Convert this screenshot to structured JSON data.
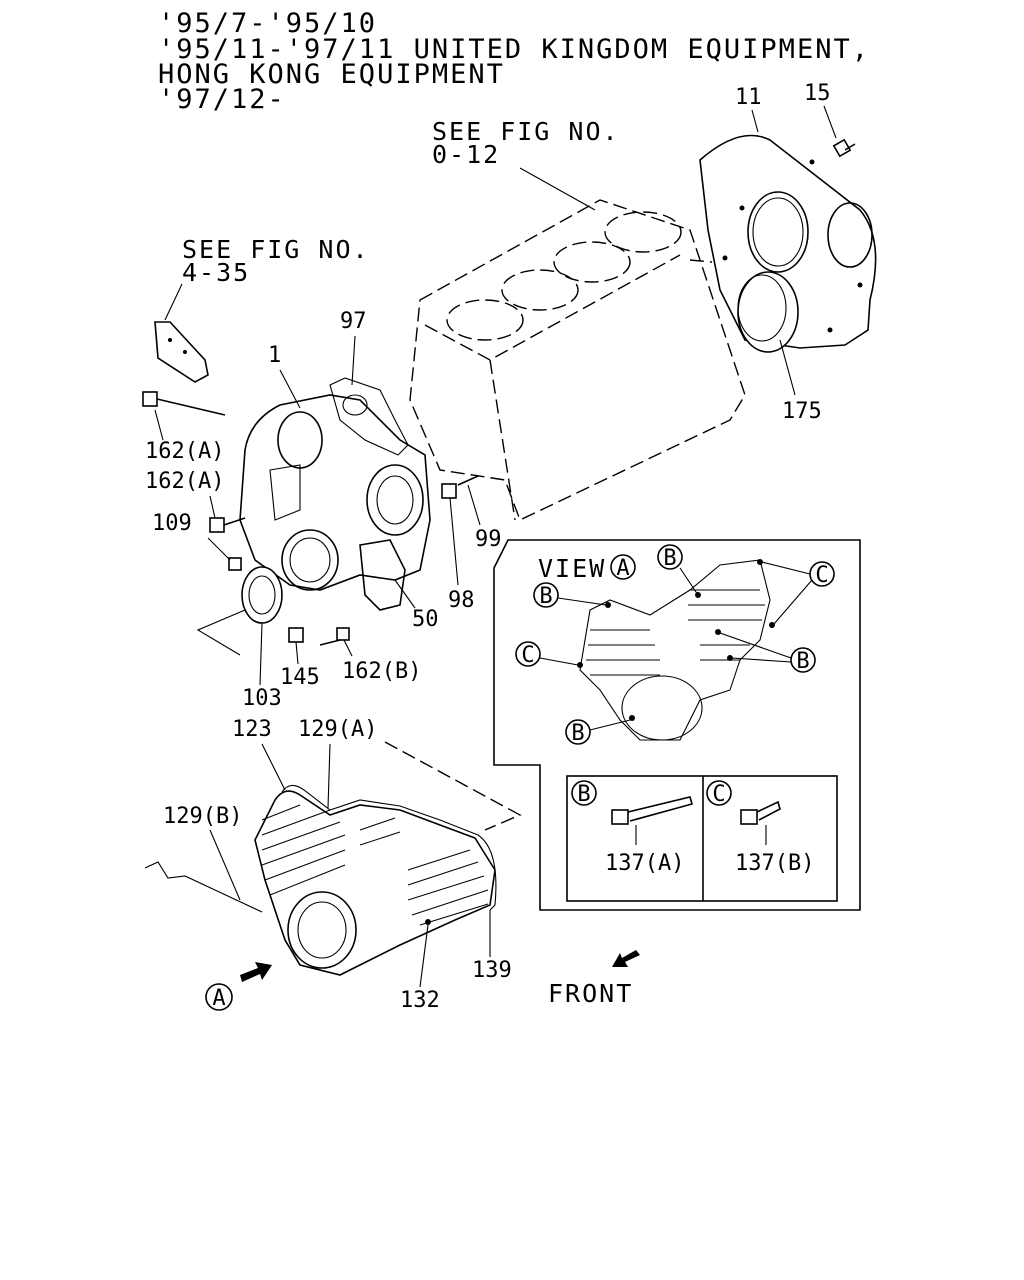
{
  "header": {
    "line1": "'95/7-'95/10",
    "line2": "'95/11-'97/11 UNITED KINGDOM EQUIPMENT,",
    "line3": "HONG KONG EQUIPMENT",
    "line4": "'97/12-"
  },
  "references": {
    "see_fig_block_1": "SEE FIG NO.",
    "see_fig_block_2": "0-12",
    "see_fig_bracket_1": "SEE FIG NO.",
    "see_fig_bracket_2": "4-35"
  },
  "callouts": {
    "p11": "11",
    "p15": "15",
    "p175": "175",
    "p97": "97",
    "p1": "1",
    "p162a_1": "162(A)",
    "p162a_2": "162(A)",
    "p109": "109",
    "p99": "99",
    "p98": "98",
    "p50": "50",
    "p145": "145",
    "p162b": "162(B)",
    "p103": "103",
    "p123": "123",
    "p129a": "129(A)",
    "p129b": "129(B)",
    "p132": "132",
    "p139": "139",
    "p137a": "137(A)",
    "p137b": "137(B)"
  },
  "view_panel": {
    "title": "VIEW",
    "view_letter": "A",
    "marker_b": "B",
    "marker_c": "C"
  },
  "markers": {
    "view_arrow_letter": "A",
    "front_label": "FRONT"
  }
}
